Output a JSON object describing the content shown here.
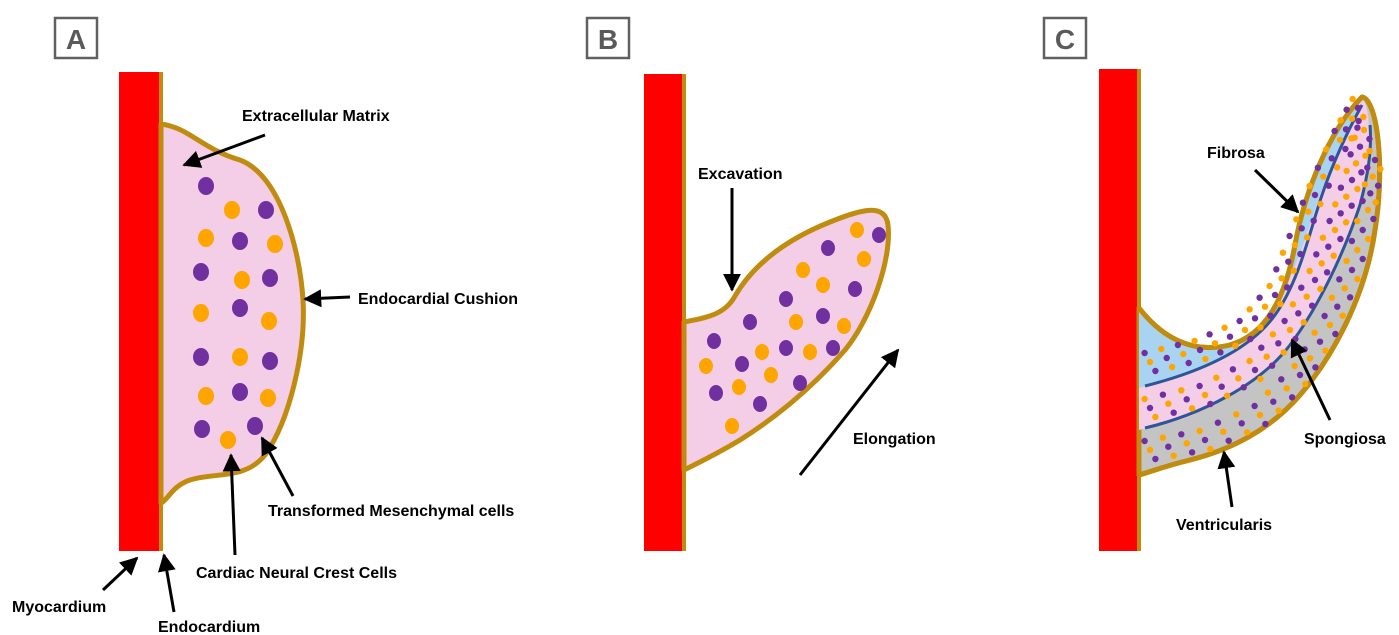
{
  "colors": {
    "myocardium": "#ff0000",
    "endocardium": "#c08c10",
    "cushion_fill": "#f4cde6",
    "fibrosa_fill": "#a8d4f2",
    "ventricularis_fill": "#c4c4c4",
    "layer_line": "#2f5597",
    "purple_cell": "#7030a0",
    "orange_cell": "#ffa500",
    "arrow": "#000000",
    "panel_border": "#606060"
  },
  "panels": [
    {
      "letter": "A"
    },
    {
      "letter": "B"
    },
    {
      "letter": "C"
    }
  ],
  "panel_a": {
    "extracellular_matrix": "Extracellular Matrix",
    "endocardial_cushion": "Endocardial Cushion",
    "transformed_mesenchymal": "Transformed Mesenchymal cells",
    "cardiac_neural_crest": "Cardiac Neural Crest Cells",
    "myocardium": "Myocardium",
    "endocardium": "Endocardium"
  },
  "panel_b": {
    "excavation": "Excavation",
    "elongation": "Elongation"
  },
  "panel_c": {
    "fibrosa": "Fibrosa",
    "spongiosa": "Spongiosa",
    "ventricularis": "Ventricularis"
  }
}
